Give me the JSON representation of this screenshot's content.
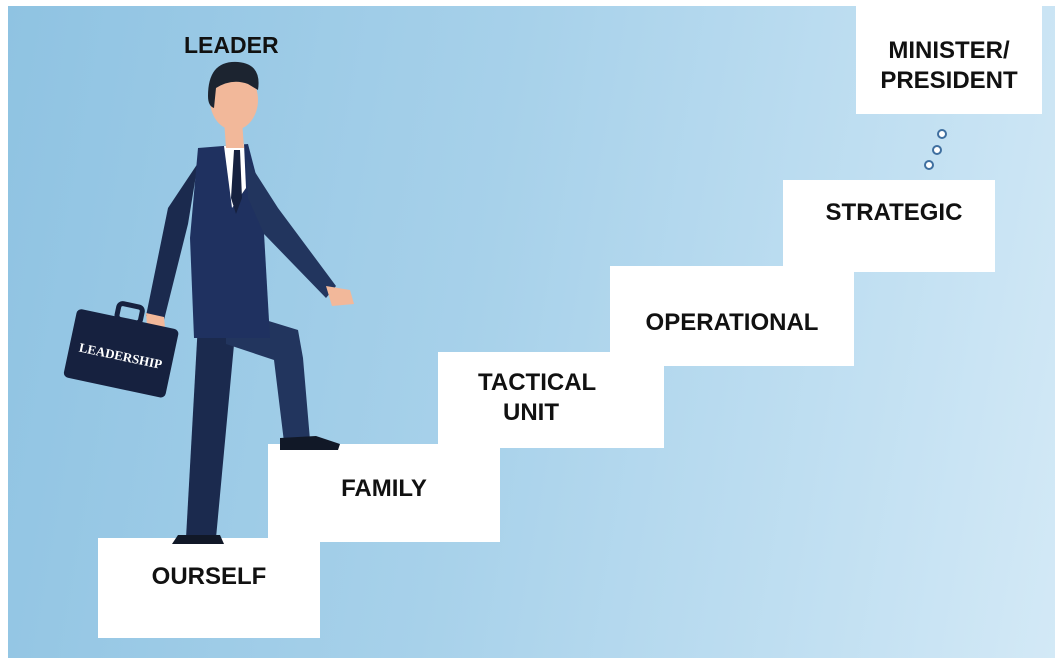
{
  "leader_label": "LEADER",
  "briefcase_label": "LEADERSHIP",
  "steps": [
    {
      "label": "OURSELF"
    },
    {
      "label": "FAMILY"
    },
    {
      "label": "TACTICAL\nUNIT"
    },
    {
      "label": "OPERATIONAL"
    },
    {
      "label": "STRATEGIC"
    },
    {
      "label": "MINISTER/\nPRESIDENT"
    }
  ],
  "colors": {
    "background": "#a7d1ea",
    "suit": "#1b2a4e",
    "step": "#ffffff",
    "bubble": "#3f6f9f"
  }
}
